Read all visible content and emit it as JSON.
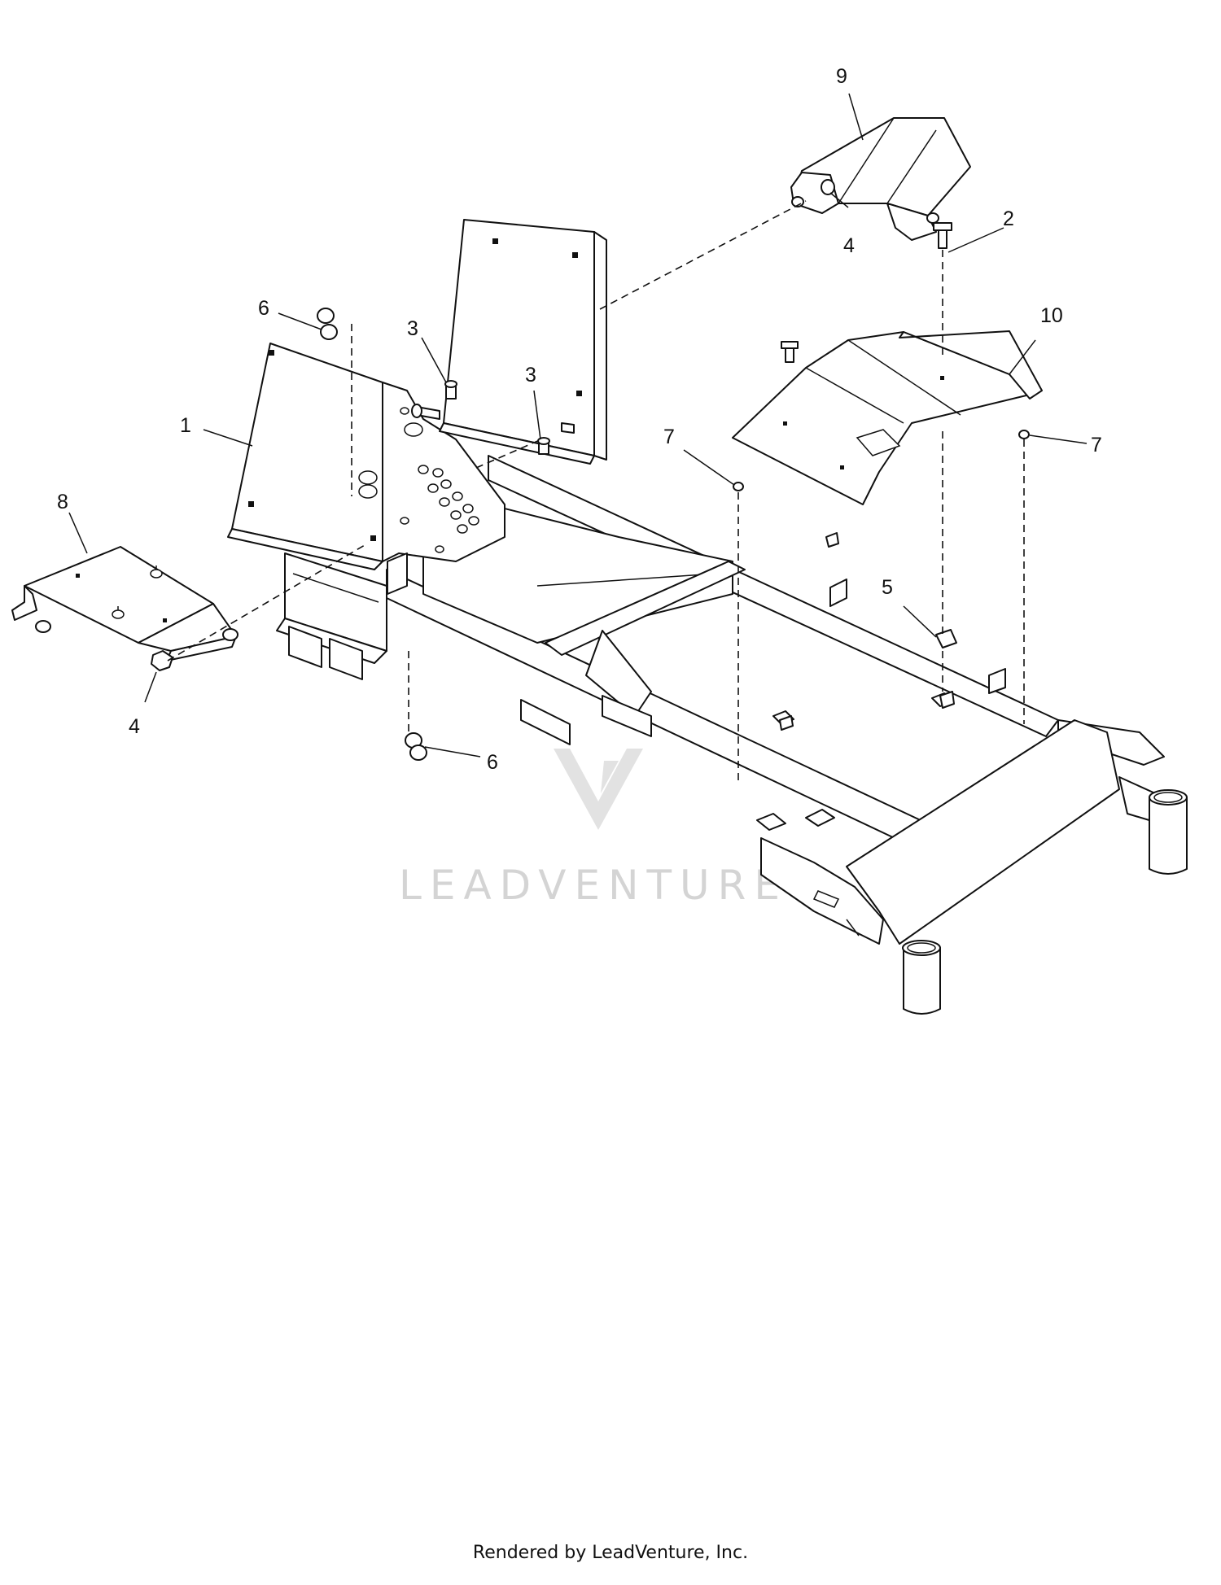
{
  "callouts": [
    {
      "id": "1",
      "label": "1"
    },
    {
      "id": "2",
      "label": "2"
    },
    {
      "id": "3a",
      "label": "3"
    },
    {
      "id": "3b",
      "label": "3"
    },
    {
      "id": "4a",
      "label": "4"
    },
    {
      "id": "4b",
      "label": "4"
    },
    {
      "id": "5",
      "label": "5"
    },
    {
      "id": "6a",
      "label": "6"
    },
    {
      "id": "6b",
      "label": "6"
    },
    {
      "id": "7a",
      "label": "7"
    },
    {
      "id": "7b",
      "label": "7"
    },
    {
      "id": "8",
      "label": "8"
    },
    {
      "id": "9",
      "label": "9"
    },
    {
      "id": "10",
      "label": "10"
    }
  ],
  "watermark": "LEADVENTURE",
  "footer": "Rendered by LeadVenture, Inc."
}
